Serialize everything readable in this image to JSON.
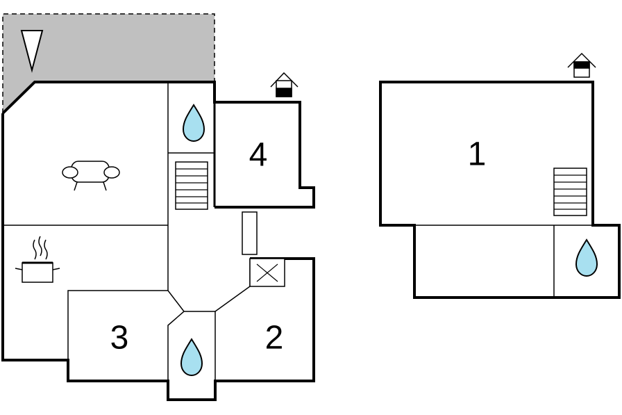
{
  "floor_plan": {
    "ground_floor": {
      "rooms": [
        {
          "id": "room-4",
          "label": "4"
        },
        {
          "id": "room-3",
          "label": "3"
        },
        {
          "id": "room-2",
          "label": "2"
        }
      ]
    },
    "upper_floor": {
      "rooms": [
        {
          "id": "room-1",
          "label": "1"
        }
      ]
    },
    "colors": {
      "terrace": "#c0c0c0",
      "water": "#a8e0f0",
      "wall": "#000000"
    },
    "icons": [
      "north-arrow-icon",
      "sofa-icon",
      "cooking-pot-icon",
      "water-drop-icon",
      "stairs-icon",
      "house-entrance-icon",
      "chimney-x-icon"
    ]
  }
}
